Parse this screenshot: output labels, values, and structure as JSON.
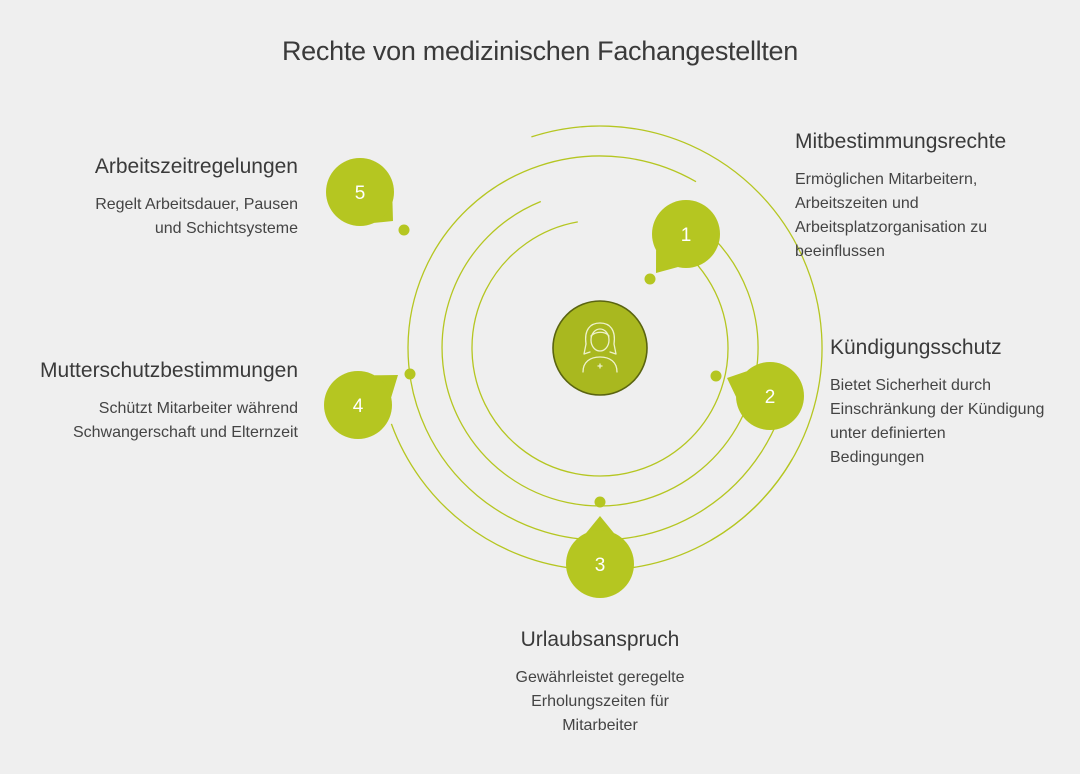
{
  "title": "Rechte von medizinischen Fachangestellten",
  "colors": {
    "accent": "#b5c621",
    "center_fill": "#a9b81f",
    "center_stroke": "#5a6410",
    "background": "#efefef",
    "text": "#3d3d3d"
  },
  "center_icon": "nurse-icon",
  "items": [
    {
      "number": "1",
      "heading": "Mitbestimmungsrechte",
      "description_lines": [
        "Ermöglichen Mitarbeitern,",
        "Arbeitszeiten und",
        "Arbeitsplatzorganisation zu",
        "beeinflussen"
      ]
    },
    {
      "number": "2",
      "heading": "Kündigungsschutz",
      "description_lines": [
        "Bietet Sicherheit durch",
        "Einschränkung der Kündigung",
        "unter definierten",
        "Bedingungen"
      ]
    },
    {
      "number": "3",
      "heading": "Urlaubsanspruch",
      "description_lines": [
        "Gewährleistet geregelte",
        "Erholungszeiten für",
        "Mitarbeiter"
      ]
    },
    {
      "number": "4",
      "heading": "Mutterschutzbestimmungen",
      "description_lines": [
        "Schützt Mitarbeiter während",
        "Schwangerschaft und Elternzeit"
      ]
    },
    {
      "number": "5",
      "heading": "Arbeitszeitregelungen",
      "description_lines": [
        "Regelt Arbeitsdauer, Pausen",
        "und Schichtsysteme"
      ]
    }
  ]
}
